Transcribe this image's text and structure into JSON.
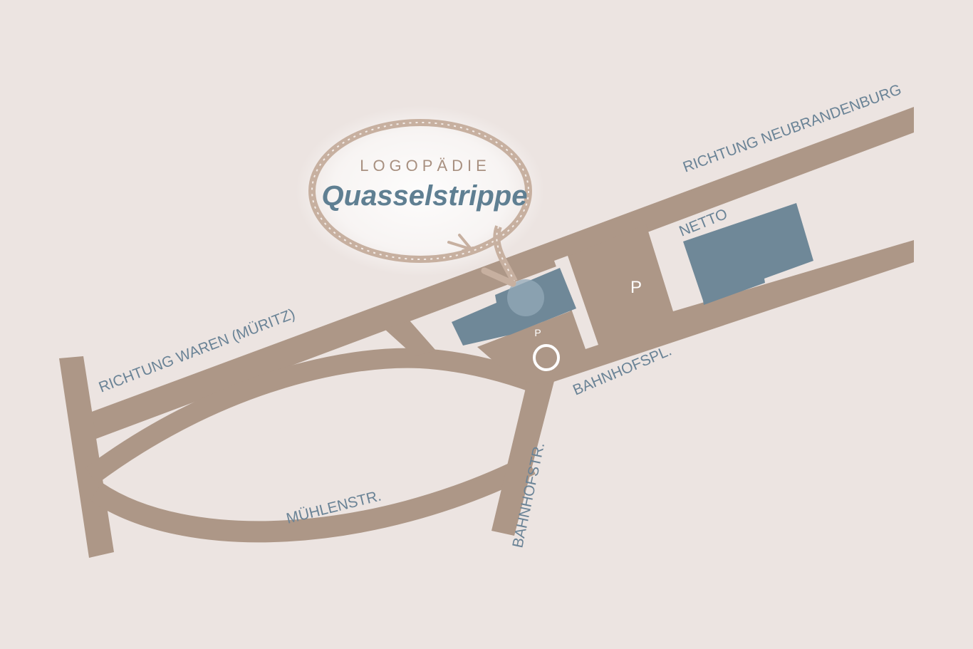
{
  "logo": {
    "subtitle": "LOGOPÄDIE",
    "name": "Quasselstrippe"
  },
  "labels": {
    "richtung_neubrandenburg": "RICHTUNG NEUBRANDENBURG",
    "richtung_waren": "RICHTUNG WAREN (MÜRITZ)",
    "netto": "NETTO",
    "bahnhofspl": "BAHNHOFSPL.",
    "muehlenstr": "MÜHLENSTR.",
    "bahnhofstr": "BAHNHOFSTR.",
    "parking_large": "P",
    "parking_small": "P"
  },
  "colors": {
    "background": "#ece4e1",
    "road": "#ad9787",
    "building": "#6f8898",
    "label": "#6a8396",
    "logo_name": "#5f7f92",
    "logo_subtitle": "#a89080",
    "rope": "#c7b0a0"
  }
}
